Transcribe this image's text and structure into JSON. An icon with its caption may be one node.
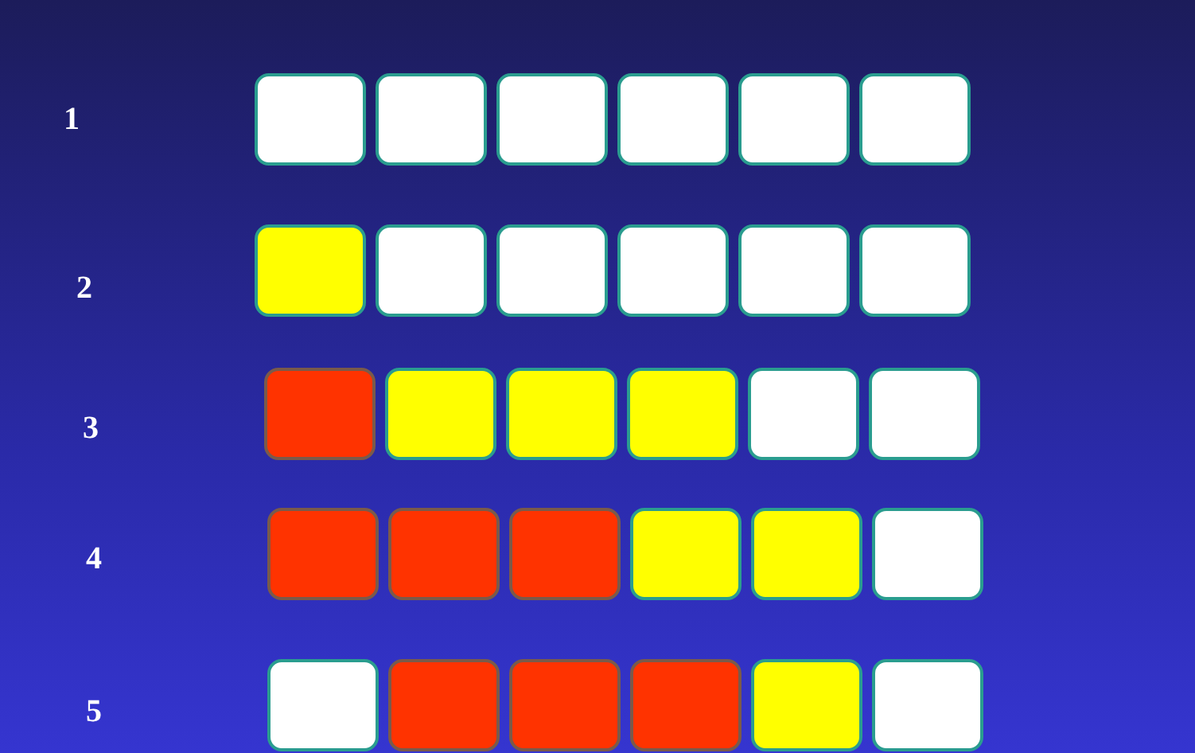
{
  "diagram": {
    "nodes": [
      {
        "text": [],
        "shape": "box"
      },
      {
        "text": [],
        "shape": "box"
      },
      {
        "text": [],
        "shape": "box"
      },
      {
        "text": [],
        "shape": "box"
      },
      {
        "text": [],
        "shape": "box"
      },
      {
        "text": [],
        "shape": "box"
      },
      {
        "text": [],
        "shape": "box"
      },
      {
        "text": [],
        "shape": "box"
      },
      {
        "text": [],
        "shape": "box"
      },
      {
        "text": [],
        "shape": "box"
      },
      {
        "text": [],
        "shape": "box"
      },
      {
        "text": [],
        "shape": "box"
      },
      {
        "text": [],
        "shape": "box"
      },
      {
        "text": [],
        "shape": "box"
      },
      {
        "text": [],
        "shape": "box"
      },
      {
        "text": [],
        "shape": "box"
      },
      {
        "text": [],
        "shape": "box"
      },
      {
        "text": [],
        "shape": "box"
      },
      {
        "text": [],
        "shape": "box"
      },
      {
        "text": [],
        "shape": "box"
      },
      {
        "text": [],
        "shape": "box"
      },
      {
        "text": [],
        "shape": "box"
      },
      {
        "text": [],
        "shape": "box"
      },
      {
        "text": [],
        "shape": "box"
      },
      {
        "text": [],
        "shape": "box"
      },
      {
        "text": [],
        "shape": "box"
      },
      {
        "text": [],
        "shape": "box"
      },
      {
        "text": [],
        "shape": "box"
      },
      {
        "text": [],
        "shape": "box"
      },
      {
        "text": [],
        "shape": "box"
      }
    ],
    "labels": [
      "1",
      "2",
      "3",
      "4",
      "5"
    ]
  }
}
